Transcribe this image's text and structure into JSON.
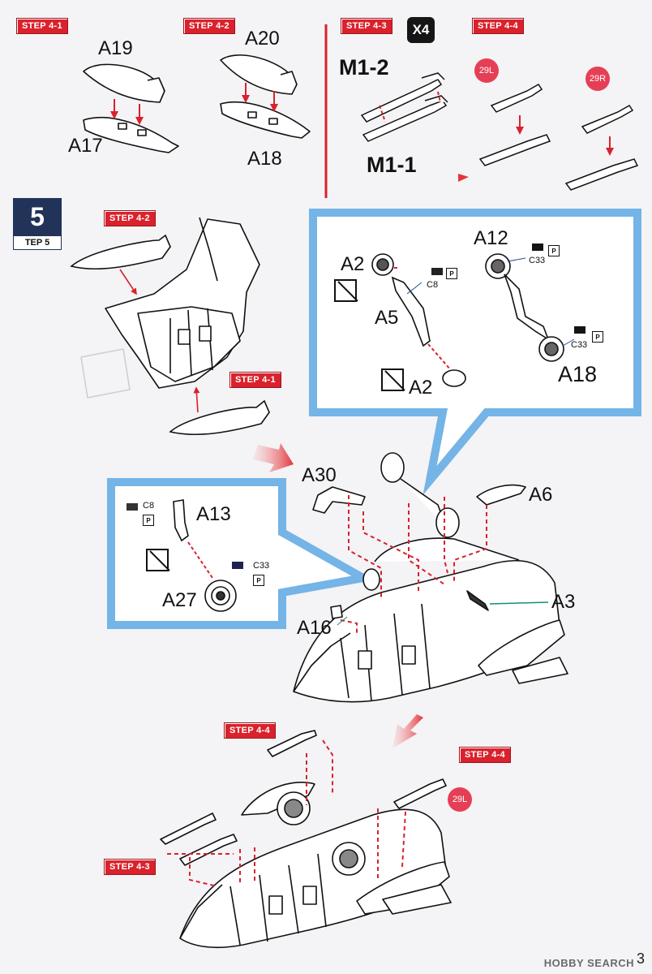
{
  "top_steps": {
    "s41": "STEP 4-1",
    "s42": "STEP 4-2",
    "s43": "STEP 4-3",
    "s44": "STEP 4-4",
    "x4": "X4"
  },
  "top_parts": {
    "a19": "A19",
    "a17": "A17",
    "a20": "A20",
    "a18": "A18",
    "m12": "M1-2",
    "m11": "M1-1",
    "d29l": "29L",
    "d29r": "29R"
  },
  "step5": {
    "number": "5",
    "label": "TEP 5",
    "callout_42": "STEP 4-2",
    "callout_41": "STEP 4-1"
  },
  "gear_box": {
    "a2_top": "A2",
    "a5": "A5",
    "c8": "C8",
    "a2_bottom": "A2",
    "a12": "A12",
    "c33_top": "C33",
    "c33_bottom": "C33",
    "a18": "A18"
  },
  "nose_box": {
    "c8": "C8",
    "a13": "A13",
    "c33": "C33",
    "a27": "A27"
  },
  "main_parts": {
    "a30": "A30",
    "a6": "A6",
    "a3": "A3",
    "a16": "A16"
  },
  "final": {
    "s44_left": "STEP 4-4",
    "s44_right": "STEP 4-4",
    "s43": "STEP 4-3",
    "d29l": "29L"
  },
  "paint_mark": "P",
  "footer": {
    "watermark": "HOBBY SEARCH",
    "page": "3"
  },
  "colors": {
    "accent_red": "#d9222c",
    "callout_blue": "#74b4e6",
    "step_navy": "#213359",
    "decal_pink": "#e63f55"
  }
}
